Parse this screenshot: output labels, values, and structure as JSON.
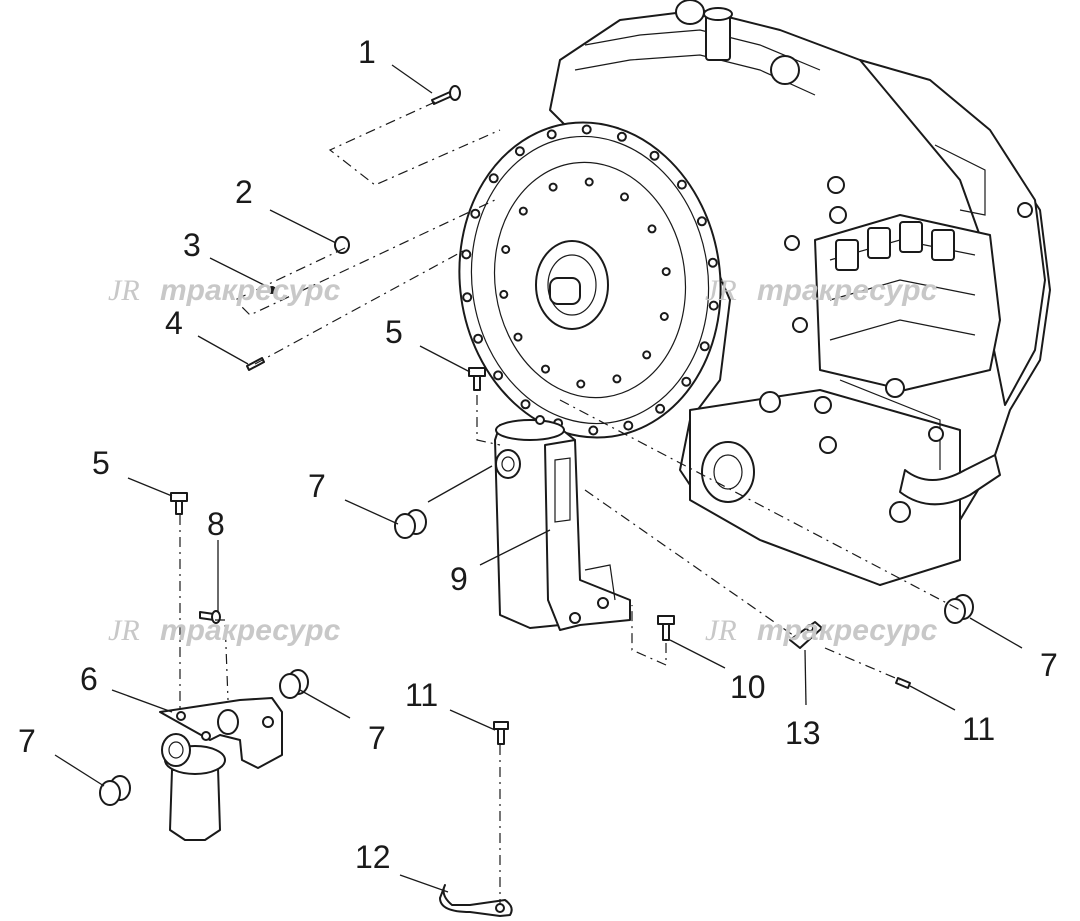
{
  "watermarks": [
    {
      "logo": "JR",
      "text": "тракресурс"
    },
    {
      "logo": "JR",
      "text": "тракресурс"
    },
    {
      "logo": "JR",
      "text": "тракресурс"
    },
    {
      "logo": "JR",
      "text": "тракресурс"
    }
  ],
  "callouts": [
    {
      "number": "1"
    },
    {
      "number": "2"
    },
    {
      "number": "3"
    },
    {
      "number": "4"
    },
    {
      "number": "5"
    },
    {
      "number": "5"
    },
    {
      "number": "6"
    },
    {
      "number": "7"
    },
    {
      "number": "7"
    },
    {
      "number": "7"
    },
    {
      "number": "7"
    },
    {
      "number": "8"
    },
    {
      "number": "9"
    },
    {
      "number": "10"
    },
    {
      "number": "11"
    },
    {
      "number": "11"
    },
    {
      "number": "12"
    },
    {
      "number": "13"
    }
  ]
}
